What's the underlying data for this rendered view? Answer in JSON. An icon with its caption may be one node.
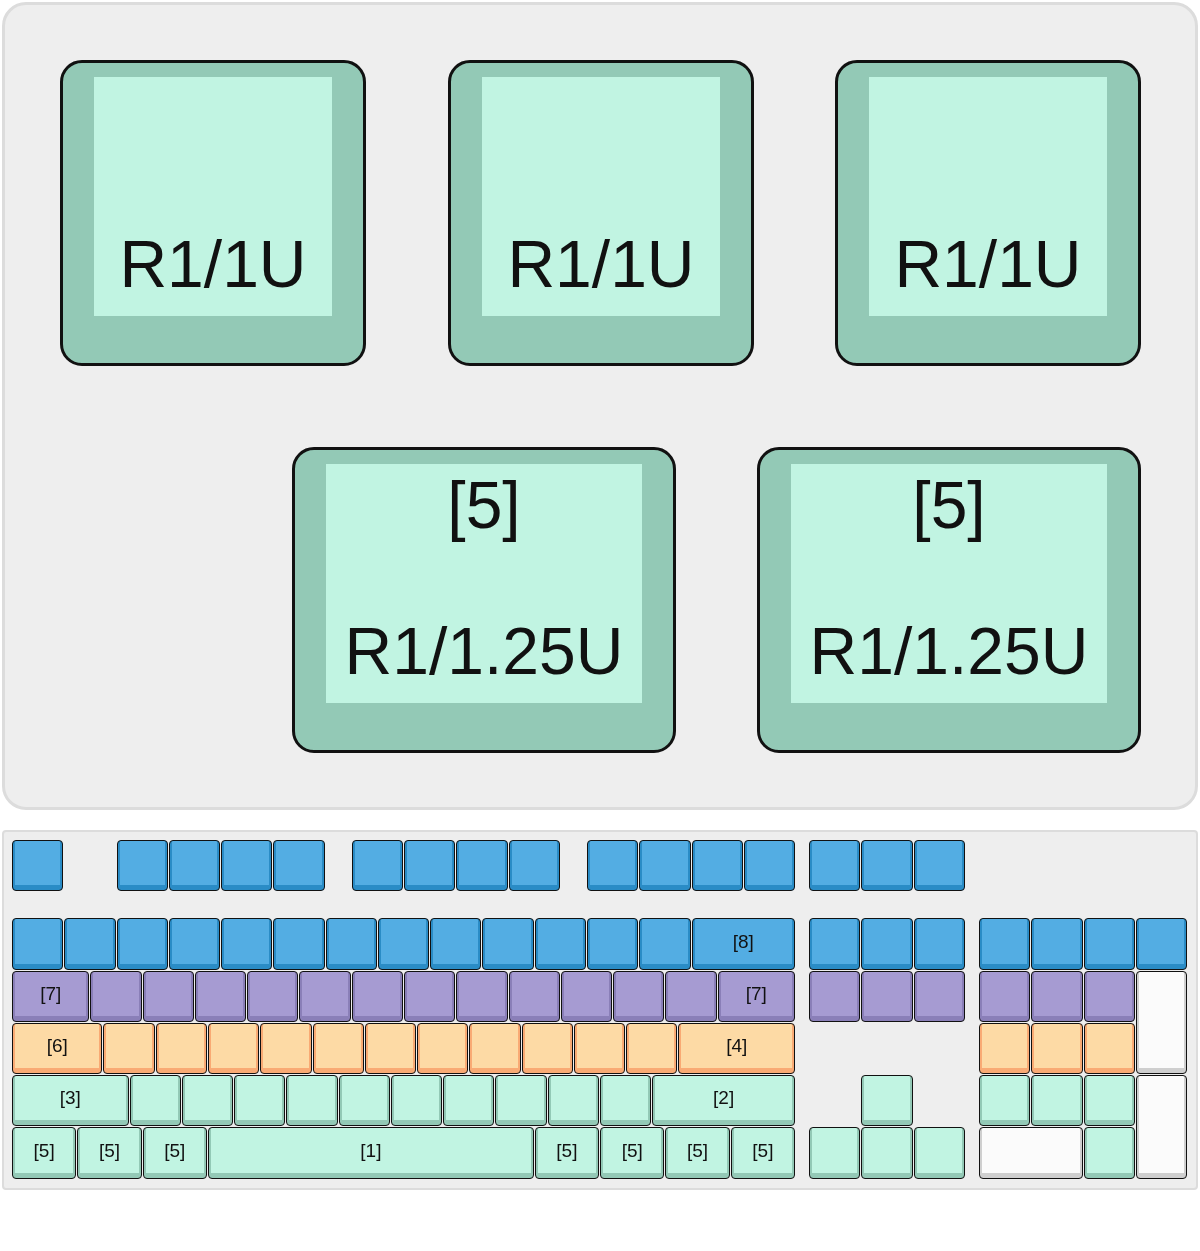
{
  "diagram": {
    "nodes": [
      {
        "text": [
          "R1/1U"
        ]
      },
      {
        "text": [
          "R1/1U"
        ]
      },
      {
        "text": [
          "R1/1U"
        ]
      },
      {
        "text": [
          "[5]",
          "R1/1.25U"
        ]
      },
      {
        "text": [
          "[5]",
          "R1/1.25U"
        ]
      },
      {
        "text": [],
        "shape": "box"
      },
      {
        "text": [],
        "shape": "box"
      },
      {
        "text": [],
        "shape": "box"
      },
      {
        "text": [],
        "shape": "box"
      },
      {
        "text": [],
        "shape": "box"
      },
      {
        "text": [],
        "shape": "box"
      },
      {
        "text": [],
        "shape": "box"
      },
      {
        "text": [],
        "shape": "box"
      },
      {
        "text": [],
        "shape": "box"
      },
      {
        "text": [],
        "shape": "box"
      },
      {
        "text": [],
        "shape": "box"
      },
      {
        "text": [],
        "shape": "box"
      },
      {
        "text": [],
        "shape": "box"
      },
      {
        "text": [],
        "shape": "box"
      },
      {
        "text": [],
        "shape": "box"
      },
      {
        "text": [],
        "shape": "box"
      },
      {
        "text": [],
        "shape": "box"
      },
      {
        "text": [],
        "shape": "box"
      },
      {
        "text": [],
        "shape": "box"
      },
      {
        "text": [],
        "shape": "box"
      },
      {
        "text": [],
        "shape": "box"
      },
      {
        "text": [],
        "shape": "box"
      },
      {
        "text": [],
        "shape": "box"
      },
      {
        "text": [],
        "shape": "box"
      },
      {
        "text": [],
        "shape": "box"
      },
      {
        "text": [],
        "shape": "box"
      },
      {
        "text": [],
        "shape": "box"
      },
      {
        "text": [],
        "shape": "box"
      },
      {
        "text": [],
        "shape": "box"
      },
      {
        "text": [
          "[8]"
        ]
      },
      {
        "text": [],
        "shape": "box"
      },
      {
        "text": [],
        "shape": "box"
      },
      {
        "text": [],
        "shape": "box"
      },
      {
        "text": [],
        "shape": "box"
      },
      {
        "text": [],
        "shape": "box"
      },
      {
        "text": [],
        "shape": "box"
      },
      {
        "text": [],
        "shape": "box"
      },
      {
        "text": [
          "[7]"
        ]
      },
      {
        "text": [],
        "shape": "box"
      },
      {
        "text": [],
        "shape": "box"
      },
      {
        "text": [],
        "shape": "box"
      },
      {
        "text": [],
        "shape": "box"
      },
      {
        "text": [],
        "shape": "box"
      },
      {
        "text": [],
        "shape": "box"
      },
      {
        "text": [],
        "shape": "box"
      },
      {
        "text": [],
        "shape": "box"
      },
      {
        "text": [],
        "shape": "box"
      },
      {
        "text": [],
        "shape": "box"
      },
      {
        "text": [],
        "shape": "box"
      },
      {
        "text": [],
        "shape": "box"
      },
      {
        "text": [
          "[7]"
        ]
      },
      {
        "text": [],
        "shape": "box"
      },
      {
        "text": [],
        "shape": "box"
      },
      {
        "text": [],
        "shape": "box"
      },
      {
        "text": [],
        "shape": "box"
      },
      {
        "text": [],
        "shape": "box"
      },
      {
        "text": [],
        "shape": "box"
      },
      {
        "text": [],
        "shape": "box"
      },
      {
        "text": [
          "[6]"
        ]
      },
      {
        "text": [],
        "shape": "box"
      },
      {
        "text": [],
        "shape": "box"
      },
      {
        "text": [],
        "shape": "box"
      },
      {
        "text": [],
        "shape": "box"
      },
      {
        "text": [],
        "shape": "box"
      },
      {
        "text": [],
        "shape": "box"
      },
      {
        "text": [],
        "shape": "box"
      },
      {
        "text": [],
        "shape": "box"
      },
      {
        "text": [],
        "shape": "box"
      },
      {
        "text": [],
        "shape": "box"
      },
      {
        "text": [],
        "shape": "box"
      },
      {
        "text": [
          "[4]"
        ]
      },
      {
        "text": [],
        "shape": "box"
      },
      {
        "text": [],
        "shape": "box"
      },
      {
        "text": [],
        "shape": "box"
      },
      {
        "text": [
          "[3]"
        ]
      },
      {
        "text": [],
        "shape": "box"
      },
      {
        "text": [],
        "shape": "box"
      },
      {
        "text": [],
        "shape": "box"
      },
      {
        "text": [],
        "shape": "box"
      },
      {
        "text": [],
        "shape": "box"
      },
      {
        "text": [],
        "shape": "box"
      },
      {
        "text": [],
        "shape": "box"
      },
      {
        "text": [],
        "shape": "box"
      },
      {
        "text": [],
        "shape": "box"
      },
      {
        "text": [],
        "shape": "box"
      },
      {
        "text": [
          "[2]"
        ]
      },
      {
        "text": [],
        "shape": "box"
      },
      {
        "text": [],
        "shape": "box"
      },
      {
        "text": [],
        "shape": "box"
      },
      {
        "text": [],
        "shape": "box"
      },
      {
        "text": [],
        "shape": "box"
      },
      {
        "text": [
          "[5]"
        ]
      },
      {
        "text": [
          "[5]"
        ]
      },
      {
        "text": [
          "[5]"
        ]
      },
      {
        "text": [
          "[1]"
        ]
      },
      {
        "text": [
          "[5]"
        ]
      },
      {
        "text": [
          "[5]"
        ]
      },
      {
        "text": [
          "[5]"
        ]
      },
      {
        "text": [
          "[5]"
        ]
      },
      {
        "text": [],
        "shape": "box"
      },
      {
        "text": [],
        "shape": "box"
      },
      {
        "text": [],
        "shape": "box"
      },
      {
        "text": [],
        "shape": "box"
      },
      {
        "text": [],
        "shape": "box"
      }
    ]
  }
}
